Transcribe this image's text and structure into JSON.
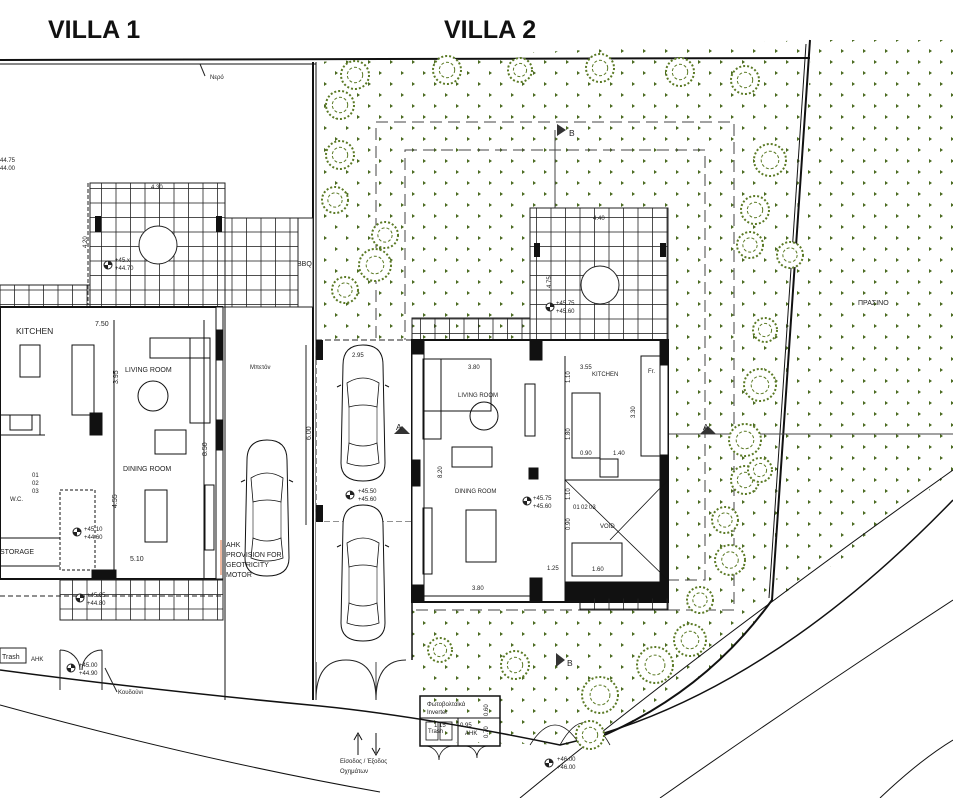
{
  "titles": {
    "villa1": "VILLA 1",
    "villa2": "VILLA 2"
  },
  "colors": {
    "tree": "#5b7a25",
    "line": "#111111",
    "grass_dot": "#4a6a20",
    "provision_line": "#e8a080"
  },
  "villa1": {
    "water_label": "Νερό",
    "site_level": {
      "top": "44.75",
      "bottom": "44.00"
    },
    "terrace": {
      "width": "4.30",
      "depth": "4.20",
      "level_top": "+45.x",
      "level_bottom": "+44.70",
      "bbq": "BBQ"
    },
    "kitchen": "KITCHEN",
    "width_dim": "7.50",
    "living_room": "LIVING ROOM",
    "living_dim": "3.95",
    "concrete": "Μπετόν",
    "parking_dim": "6.00",
    "house_depth": "8.50",
    "dining_room": "DINING ROOM",
    "dining_dim": "4.55",
    "dining_width": "5.10",
    "storage": "STORAGE",
    "wc": "W.C.",
    "stairs": [
      "01",
      "02",
      "03"
    ],
    "level_in": {
      "top": "+45.10",
      "bottom": "+44.60"
    },
    "provision": [
      "AHK",
      "PROVISION FOR",
      "GEOTRICITY",
      "MOTOR"
    ],
    "level_porch": {
      "top": "+45.05",
      "bottom": "+44.80"
    },
    "trash": "Trash",
    "ahk": "AHK",
    "level_gate": {
      "top": "+45.00",
      "bottom": "+44.90"
    },
    "bell": "Κουδούνι"
  },
  "villa2": {
    "parking_width": "2.95",
    "living_width": "3.80",
    "living_room": "LIVING ROOM",
    "kitchen_width": "3.55",
    "kitchen": "KITCHEN",
    "fridge": "Fr.",
    "dim_110a": "1.10",
    "kitchen_depth": "3.30",
    "island_dim": "1.80",
    "house_depth": "8.20",
    "dim_090": "0.90",
    "dim_140": "1.40",
    "dining_room": "DINING ROOM",
    "level_in": {
      "top": "+45.75",
      "bottom": "+45.60"
    },
    "dim_110b": "1.10",
    "dim_090v": "0.90",
    "stairs": [
      "01",
      "02",
      "03"
    ],
    "void": "VOID",
    "dim_125": "1.25",
    "dim_160": "1.60",
    "dining_width": "3.80",
    "level_parking": {
      "top": "+45.50",
      "bottom": "+45.60"
    },
    "section_a": "A",
    "section_b": "B",
    "terrace": {
      "width": "4.40",
      "depth": "4.75",
      "level_top": "+45.75",
      "level_bottom": "+45.60"
    },
    "green": "ΠΡΑΣΙΝΟ",
    "pv_inverter": [
      "Φωτοβολταϊκά",
      "Inverter"
    ],
    "dim_115": "1.15",
    "dim_095": "0.95",
    "dim_060": "0.60",
    "dim_070": "0.70",
    "trash": "Trash",
    "ahk": "AHK",
    "entrance": [
      "Είσοδος / Έξοδος",
      "Οχημάτων"
    ],
    "level_street": {
      "top": "+46.00",
      "bottom": "+46.00"
    }
  }
}
